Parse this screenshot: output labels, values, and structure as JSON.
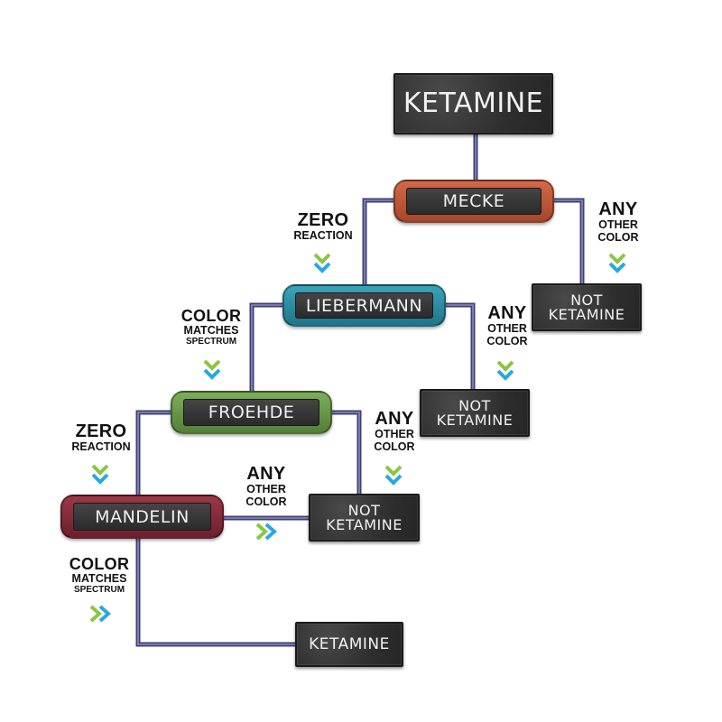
{
  "nodes": {
    "top": {
      "label": "KETAMINE"
    },
    "mecke": {
      "label": "MECKE",
      "color": "#c0573a"
    },
    "liebermann": {
      "label": "LIEBERMANN",
      "color": "#2c8ea3"
    },
    "froehde": {
      "label": "FROEHDE",
      "color": "#6b9a4a"
    },
    "mandelin": {
      "label": "MANDELIN",
      "color": "#8a2e3a"
    },
    "not1": {
      "label": "NOT\nKETAMINE"
    },
    "not2": {
      "label": "NOT\nKETAMINE"
    },
    "not3": {
      "label": "NOT\nKETAMINE"
    },
    "bottom": {
      "label": "KETAMINE"
    }
  },
  "conditions": {
    "zero_1": {
      "line1": "ZERO",
      "line2": "REACTION"
    },
    "other_1": {
      "line1": "ANY",
      "line2": "OTHER",
      "line3": "COLOR"
    },
    "color_1": {
      "line1": "COLOR",
      "line2": "MATCHES",
      "line3": "SPECTRUM"
    },
    "other_2": {
      "line1": "ANY",
      "line2": "OTHER",
      "line3": "COLOR"
    },
    "zero_2": {
      "line1": "ZERO",
      "line2": "REACTION"
    },
    "other_3": {
      "line1": "ANY",
      "line2": "OTHER",
      "line3": "COLOR"
    },
    "other_4": {
      "line1": "ANY",
      "line2": "OTHER",
      "line3": "COLOR"
    },
    "color_2": {
      "line1": "COLOR",
      "line2": "MATCHES",
      "line3": "SPECTRUM"
    }
  },
  "colors": {
    "connector": "#5a5a8e",
    "arrow_green": "#8cc63f",
    "arrow_blue": "#29a8e0"
  }
}
